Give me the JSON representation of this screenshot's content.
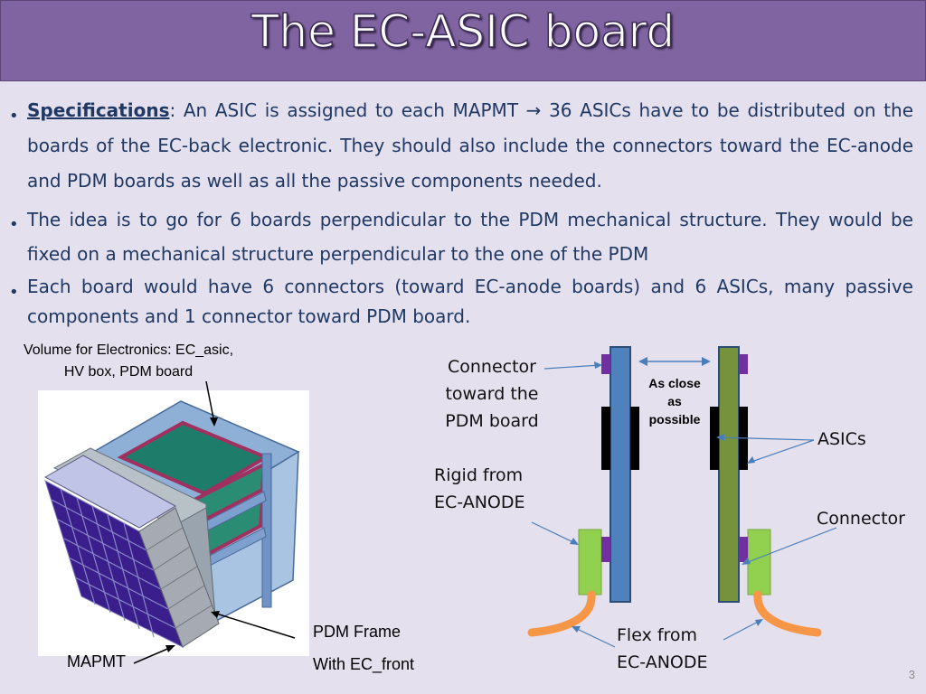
{
  "slide": {
    "title": "The EC-ASIC board",
    "page_number": "3"
  },
  "bullets": {
    "b1_head": "Specifications",
    "b1_text": ": An ASIC is assigned to each MAPMT",
    "b1_arrow": "→",
    "b1_text2": " 36 ASICs have to be distributed on the boards of the EC-back electronic. They should also include the connectors toward the EC-anode and PDM boards as well as all the passive components needed.",
    "b2_text": "The idea is to go for 6 boards perpendicular to the PDM mechanical structure. They would be fixed on a mechanical structure perpendicular to the one of the PDM",
    "b3_text": "Each board would have 6 connectors (toward EC-anode boards) and 6 ASICs, many passive components and 1 connector toward PDM board.",
    "bullet_char": "•"
  },
  "left_figure": {
    "volume_label_line1": "Volume for Electronics: EC_asic,",
    "volume_label_line2": "HV box, PDM board",
    "pdm_frame_label_line1": "PDM Frame",
    "pdm_frame_label_line2": "With EC_front",
    "mapmt_label": "MAPMT"
  },
  "right_figure": {
    "connector_pdm_line1": "Connector",
    "connector_pdm_line2": "toward the",
    "connector_pdm_line3": "PDM board",
    "as_close_line1": "As close",
    "as_close_line2": "as",
    "as_close_line3": "possible",
    "asics_label": "ASICs",
    "rigid_line1": "Rigid from",
    "rigid_line2": "EC-ANODE",
    "connector_label": "Connector",
    "flex_line1": "Flex from",
    "flex_line2": "EC-ANODE"
  },
  "colors": {
    "title_bar": "#8064a2",
    "background": "#e5e0ee",
    "text_blue": "#1f3864",
    "board_blue": "#4f81bd",
    "board_green": "#76923c",
    "connector_lime": "#92d050",
    "connector_purple": "#7030a0",
    "flex_orange": "#f79646",
    "arrow_blue": "#4a7ebb"
  }
}
